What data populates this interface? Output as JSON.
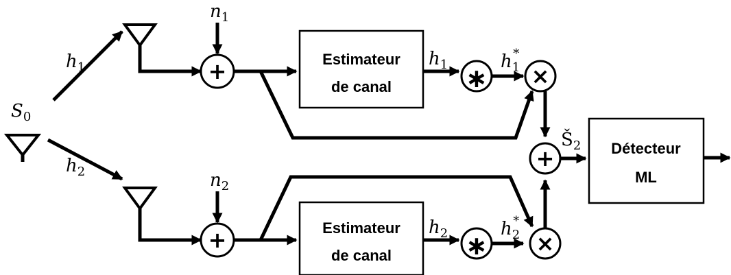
{
  "source": {
    "symbol": "S",
    "index": "0"
  },
  "channels": [
    {
      "symbol": "h",
      "index": "1"
    },
    {
      "symbol": "h",
      "index": "2"
    }
  ],
  "noises": [
    {
      "symbol": "n",
      "index": "1"
    },
    {
      "symbol": "n",
      "index": "2"
    }
  ],
  "estimators": [
    {
      "line1": "Estimateur",
      "line2": "de canal",
      "out_symbol": "h",
      "out_index": "1",
      "conj_symbol": "h",
      "conj_index": "1",
      "conj_mark": "*"
    },
    {
      "line1": "Estimateur",
      "line2": "de canal",
      "out_symbol": "h",
      "out_index": "2",
      "conj_symbol": "h",
      "conj_index": "2",
      "conj_mark": "*"
    }
  ],
  "operators": {
    "add": "+",
    "conj": "∗",
    "mult": "×"
  },
  "combined": {
    "symbol": "Š",
    "index": "2"
  },
  "detector": {
    "line1": "Détecteur",
    "line2": "ML"
  }
}
